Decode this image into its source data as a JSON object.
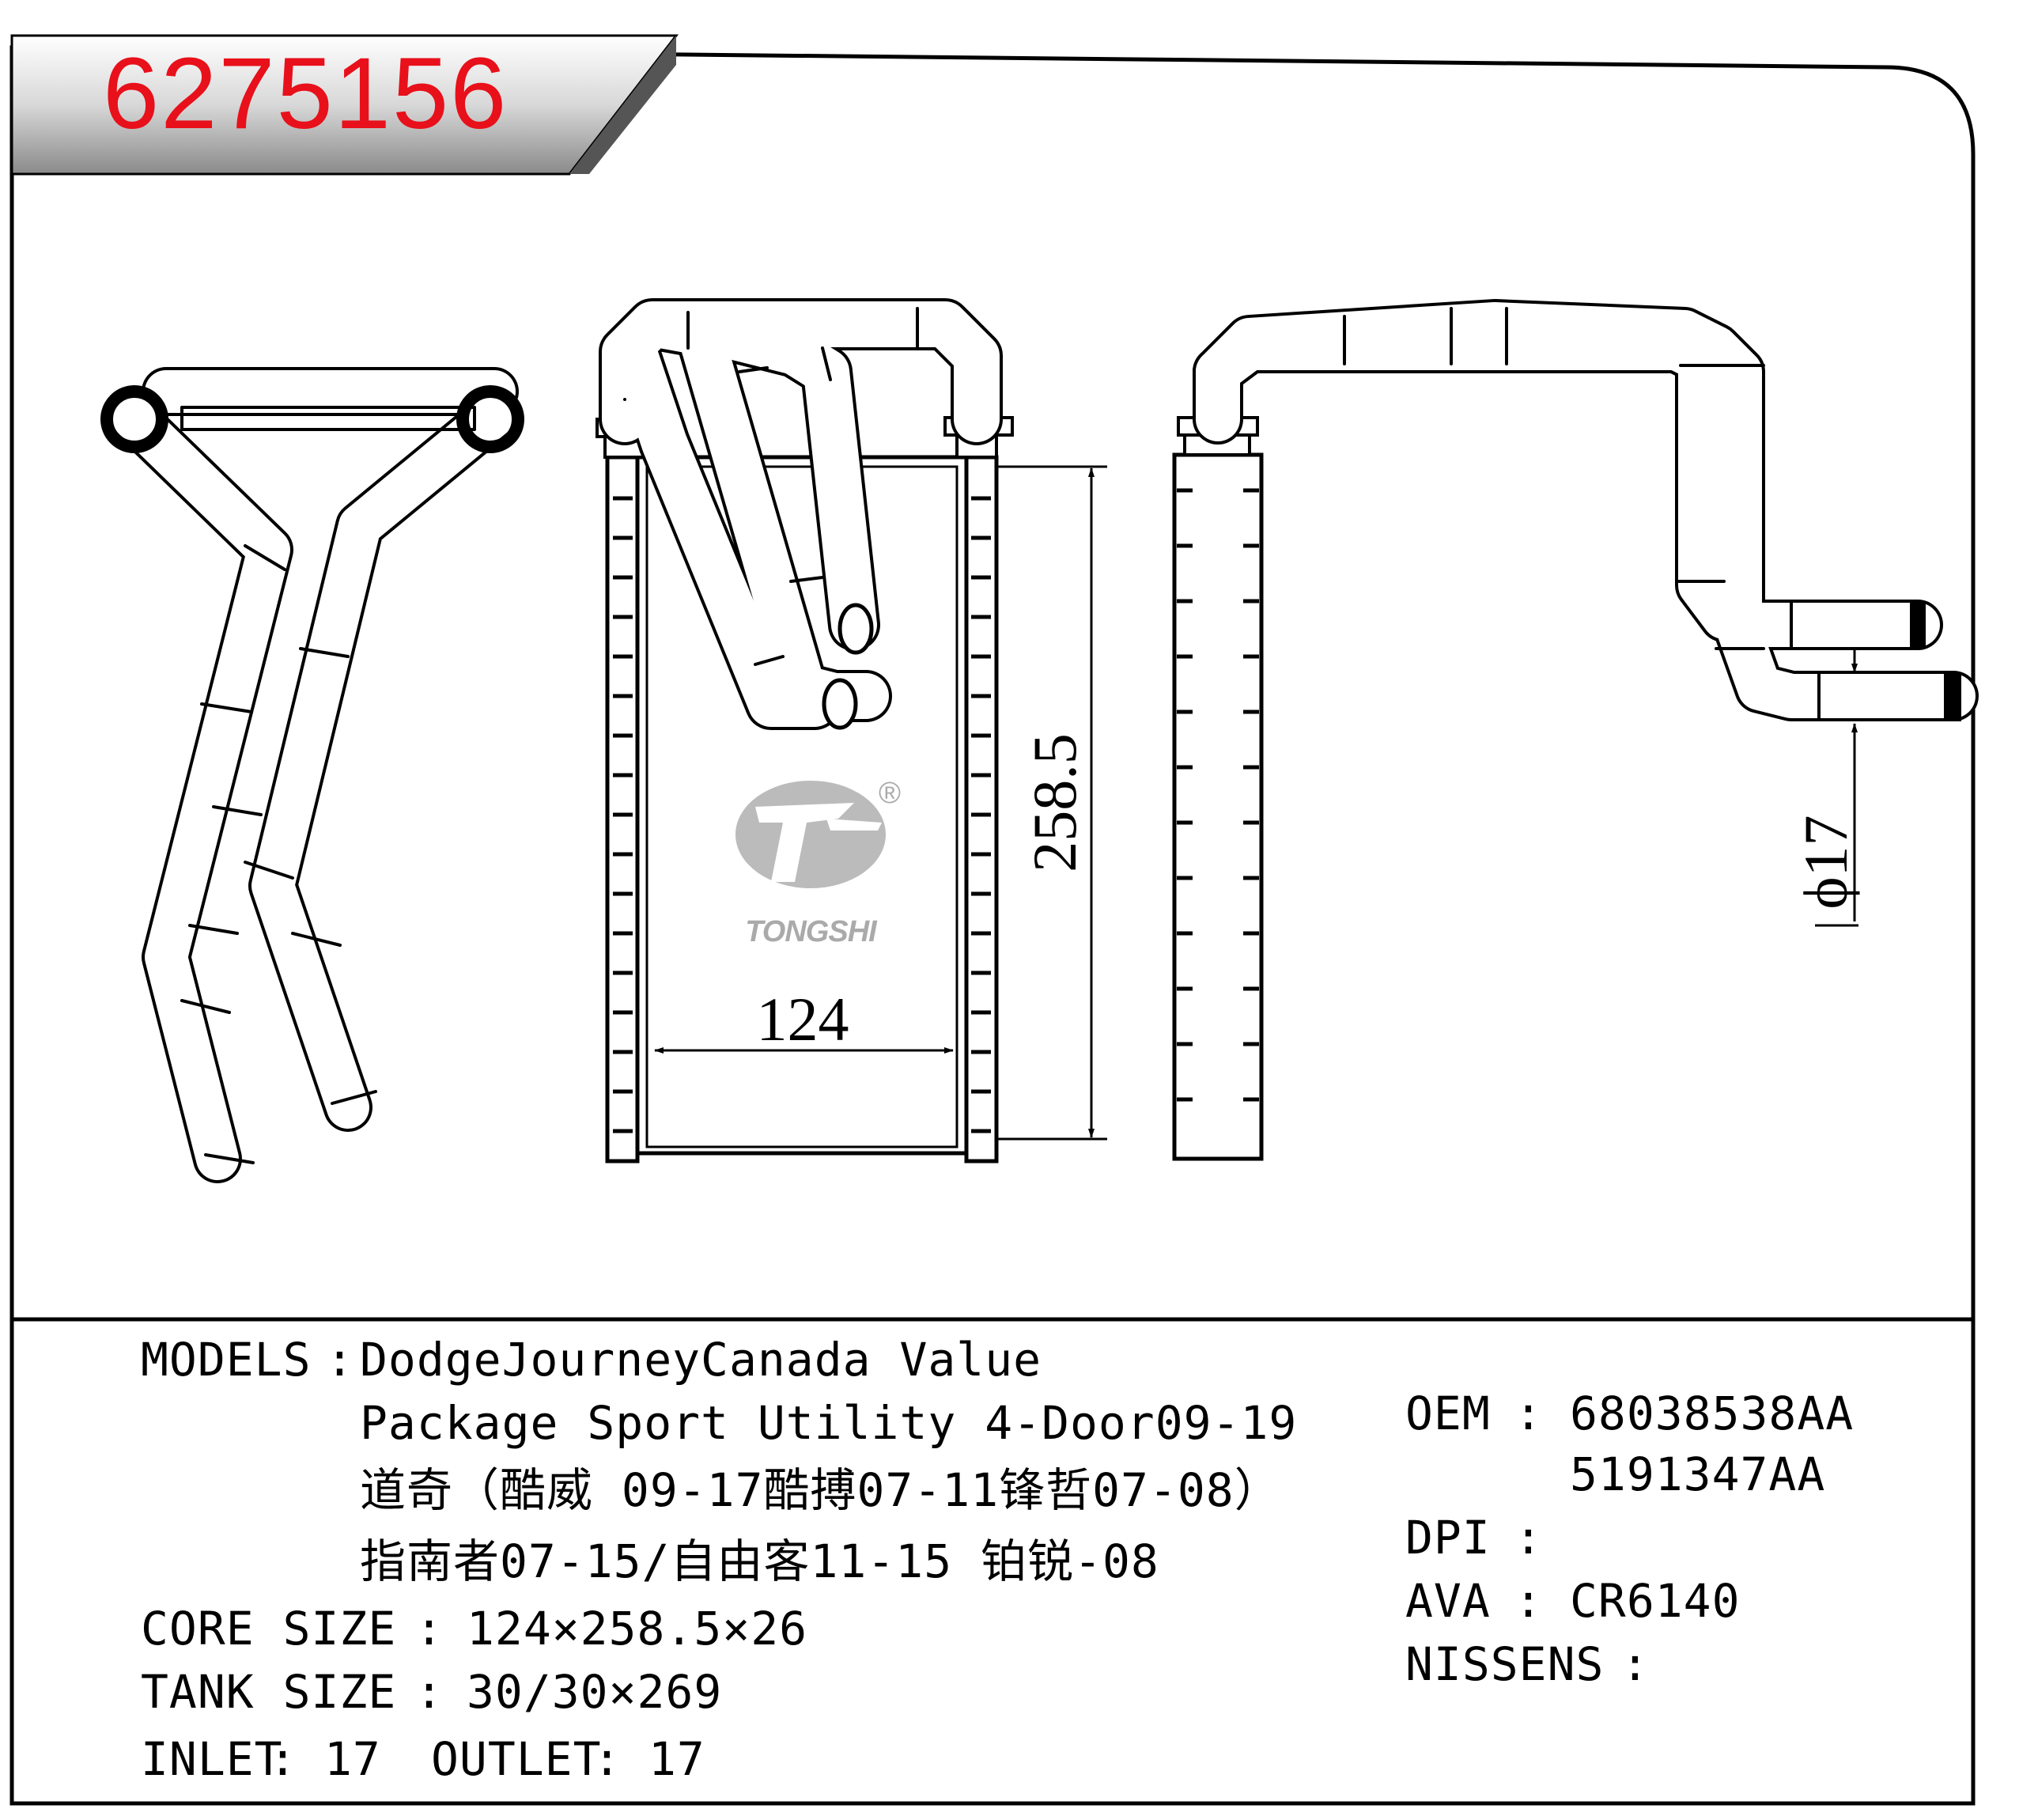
{
  "part_number": "6275156",
  "logo": {
    "brand": "TONGSHI",
    "registered_mark": "®"
  },
  "dimensions": {
    "core_width": "124",
    "core_height": "258.5",
    "pipe_diameter": "ϕ17"
  },
  "spec": {
    "models_label": "MODELS",
    "models_sep": ":",
    "models_lines": [
      "DodgeJourneyCanada Value",
      "Package Sport Utility 4-Door09-19",
      "道奇（酷威 09-17酷搏07-11锋哲07-08）",
      "指南者07-15/自由客11-15 铂锐-08"
    ],
    "core_size_label": "CORE SIZE",
    "core_size_value": "124×258.5×26",
    "tank_size_label": "TANK SIZE",
    "tank_size_value": "30/30×269",
    "inlet_label": "INLET",
    "inlet_value": "17",
    "outlet_label": "OUTLET",
    "outlet_value": "17",
    "oem_label": "OEM",
    "oem_values": [
      "68038538AA",
      "5191347AA"
    ],
    "dpi_label": "DPI",
    "dpi_value": "",
    "ava_label": "AVA",
    "ava_value": "CR6140",
    "nissens_label": "NISSENS",
    "nissens_value": ""
  }
}
